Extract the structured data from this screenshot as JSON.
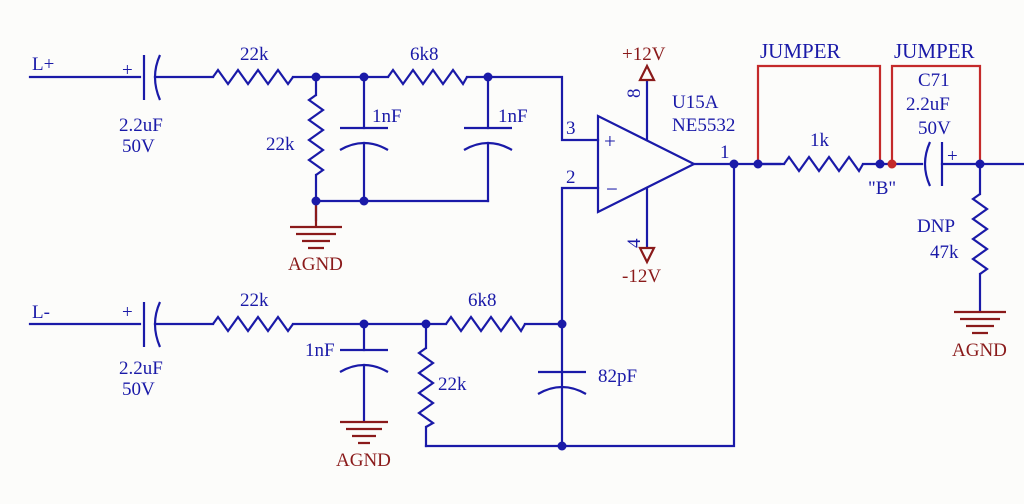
{
  "inputs": {
    "pos": "L+",
    "neg": "L-"
  },
  "input_caps": {
    "pos": {
      "value": "2.2uF",
      "voltage": "50V",
      "polarity": "+"
    },
    "neg": {
      "value": "2.2uF",
      "voltage": "50V",
      "polarity": "+"
    }
  },
  "resistors": {
    "r_pos_series": "22k",
    "r_pos_feed": "6k8",
    "r_pos_shunt": "22k",
    "r_neg_series": "22k",
    "r_neg_feed": "6k8",
    "r_neg_shunt": "22k",
    "r_out": "1k",
    "r_dnp_flag": "DNP",
    "r_dnp_value": "47k"
  },
  "caps": {
    "c_pos_1": "1nF",
    "c_pos_2": "1nF",
    "c_neg_1": "1nF",
    "c_fb": "82pF",
    "c71": {
      "ref": "C71",
      "value": "2.2uF",
      "voltage": "50V",
      "polarity": "+"
    }
  },
  "opamp": {
    "ref": "U15A",
    "part": "NE5532",
    "pins": {
      "vcc": "8",
      "in_pos": "3",
      "in_neg": "2",
      "vee": "4",
      "out": "1"
    },
    "in_pos_sign": "+",
    "in_neg_sign": "−"
  },
  "power": {
    "vcc": "+12V",
    "vee": "-12V",
    "gnd": "AGND"
  },
  "jumpers": {
    "j1": "JUMPER",
    "j2": "JUMPER"
  },
  "net_label": "\"B\""
}
